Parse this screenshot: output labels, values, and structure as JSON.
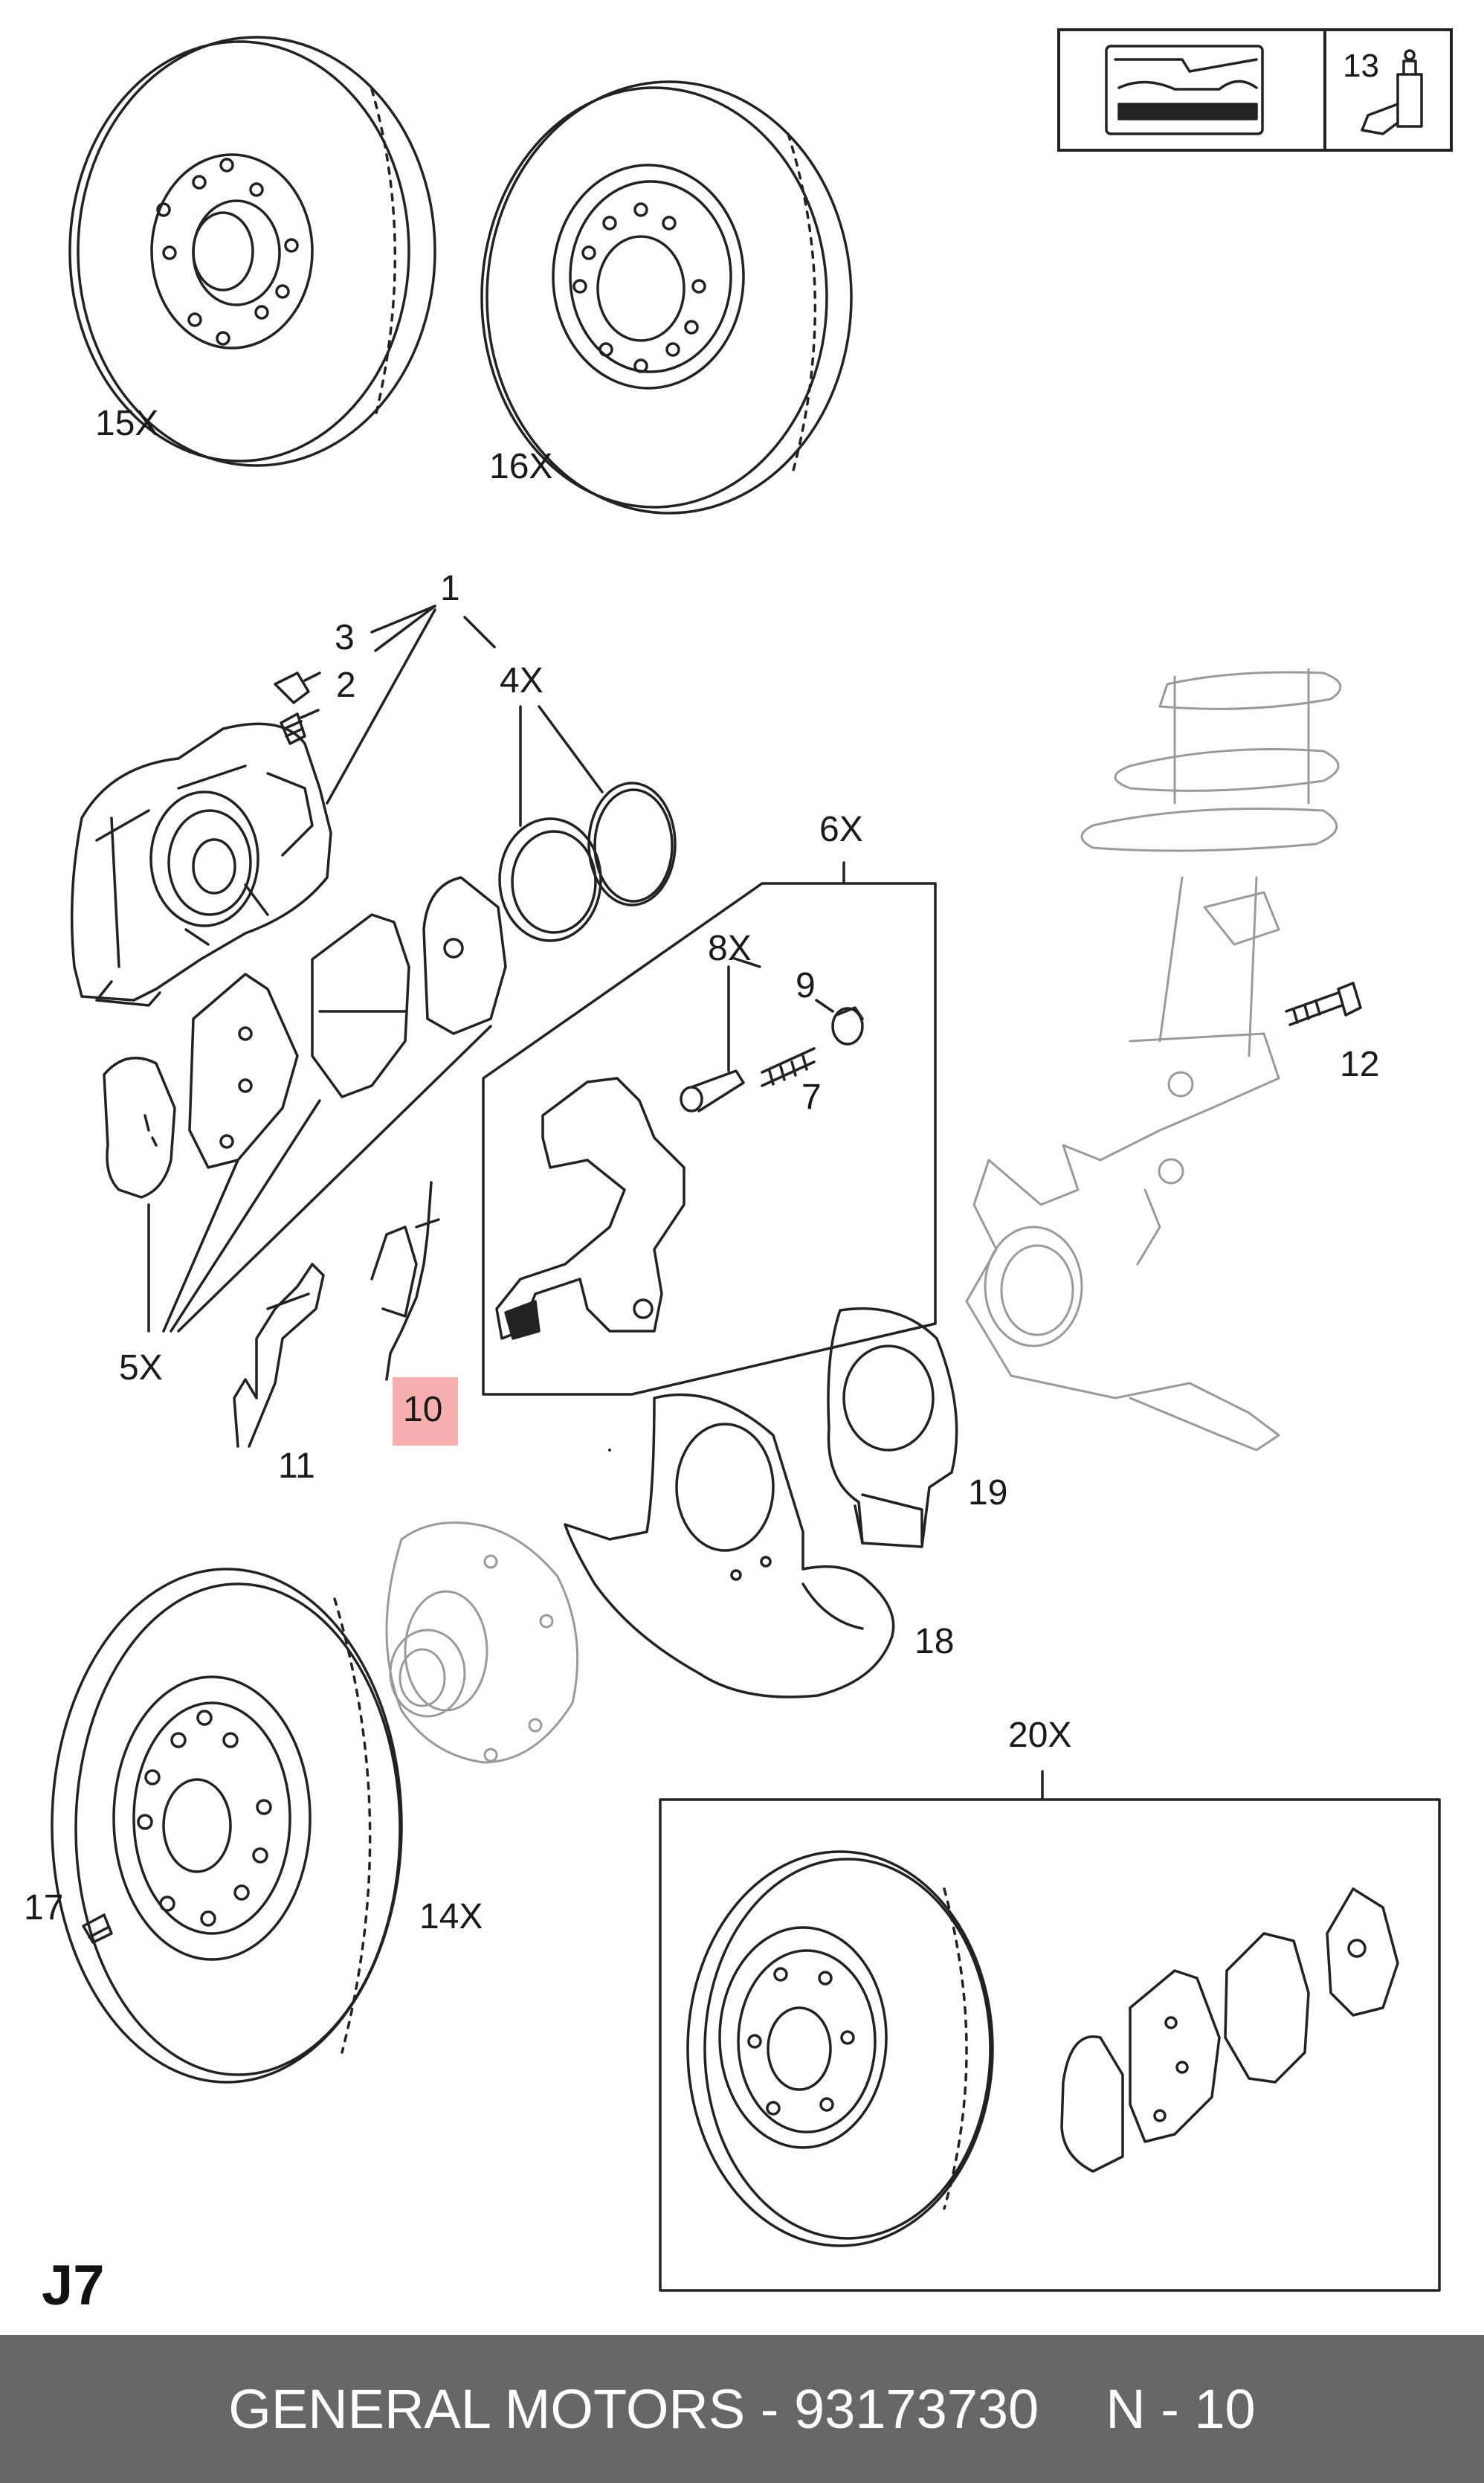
{
  "diagram": {
    "callouts": [
      {
        "id": "15x",
        "label": "15X"
      },
      {
        "id": "16x",
        "label": "16X"
      },
      {
        "id": "1",
        "label": "1"
      },
      {
        "id": "3",
        "label": "3"
      },
      {
        "id": "2",
        "label": "2"
      },
      {
        "id": "4x",
        "label": "4X"
      },
      {
        "id": "6x",
        "label": "6X"
      },
      {
        "id": "8x",
        "label": "8X"
      },
      {
        "id": "9",
        "label": "9"
      },
      {
        "id": "7",
        "label": "7"
      },
      {
        "id": "12",
        "label": "12"
      },
      {
        "id": "5x",
        "label": "5X"
      },
      {
        "id": "11",
        "label": "11"
      },
      {
        "id": "10",
        "label": "10"
      },
      {
        "id": "19",
        "label": "19"
      },
      {
        "id": "18",
        "label": "18"
      },
      {
        "id": "20x",
        "label": "20X"
      },
      {
        "id": "17",
        "label": "17"
      },
      {
        "id": "14x",
        "label": "14X"
      }
    ],
    "tool_box_number": "13",
    "page_code": "J7",
    "highlighted_part": "10"
  },
  "footer": {
    "brand_part": "GENERAL MOTORS - 93173730",
    "page_ref": "N - 10"
  },
  "colors": {
    "line": "#222222",
    "ghost_line": "#9a9a9a",
    "highlight": "#f4a0a0",
    "footer_bg": "#676767",
    "footer_text": "#ffffff"
  }
}
